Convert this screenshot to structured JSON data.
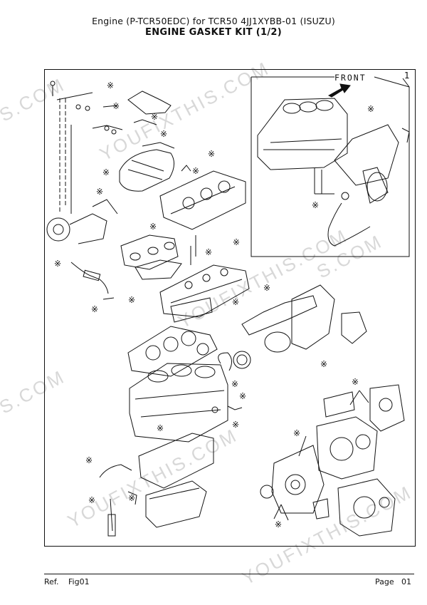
{
  "header": {
    "title_line1": "Engine (P-TCR50EDC) for TCR50 4JJ1XYBB-01 (ISUZU)",
    "title_line2": "ENGINE GASKET KIT (1/2)"
  },
  "diagram": {
    "callout_number": "1",
    "front_label": "FRONT",
    "gasket_marker": "※"
  },
  "watermarks": [
    "S.COM",
    "YOUFIXTHIS.COM",
    "YOUFIXTHIS.COM",
    "S.COM",
    "YOUFIXTHIS.COM",
    "YOUFIXTHIS.COM",
    "S.COM"
  ],
  "footer": {
    "ref_label": "Ref.",
    "fig_label": "Fig01",
    "page_label": "Page",
    "page_number": "01"
  },
  "colors": {
    "ink": "#111111",
    "watermark": "#d8d8d8"
  }
}
